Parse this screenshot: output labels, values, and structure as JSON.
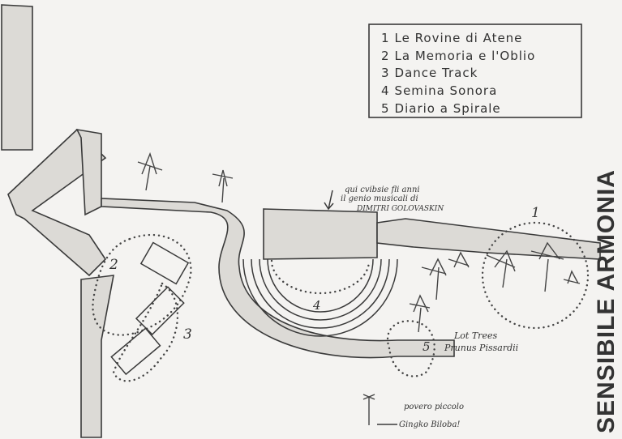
{
  "title": "SENSIBILE ARMONIA",
  "legend": [
    {
      "num": "1",
      "label": "Le Rovine di Atene"
    },
    {
      "num": "2",
      "label": "La Memoria e l'Oblio"
    },
    {
      "num": "3",
      "label": "Dance Track"
    },
    {
      "num": "4",
      "label": "Semina Sonora"
    },
    {
      "num": "5",
      "label": "Diario a Spirale"
    }
  ],
  "area_numbers": {
    "a1": "1",
    "a2": "2",
    "a3": "3",
    "a4": "4",
    "a5": "5"
  },
  "annotations": {
    "memorial_line1": "qui cvibsie fli anni",
    "memorial_line2": "il genio musicali di",
    "memorial_line3": "DIMITRI GOLOVASKIN",
    "trees_line1": "Lot Trees",
    "trees_line2": "Prunus Pissardii",
    "ginkgo_line1": "povero piccolo",
    "ginkgo_line2": "Gingko Biloba!"
  },
  "colors": {
    "ink": "#2b2b2b",
    "paper": "#f4f3f1",
    "shade": "#dcdad6"
  }
}
